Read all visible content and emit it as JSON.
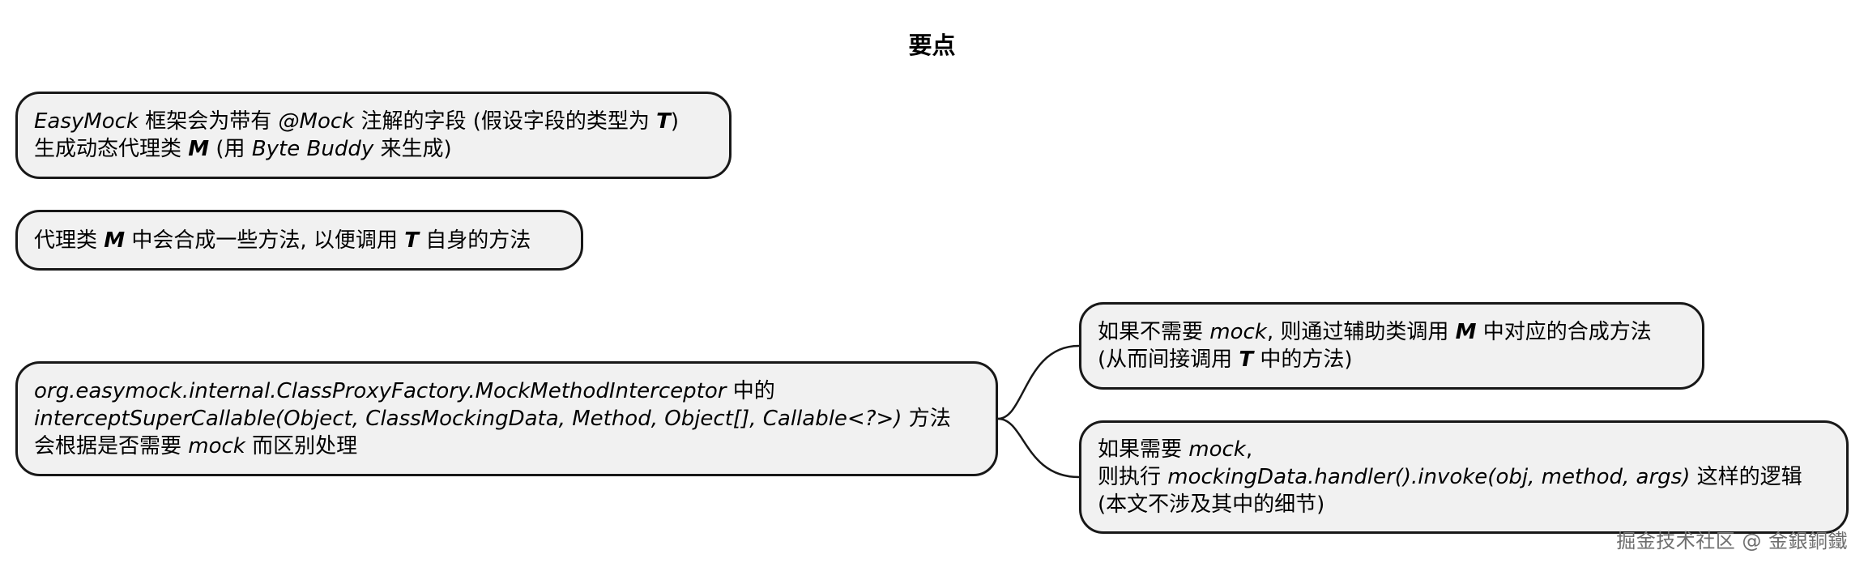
{
  "title": "要点",
  "nodes": {
    "n1": {
      "lines": [
        [
          [
            "i",
            "EasyMock"
          ],
          [
            "n",
            " 框架会为带有 "
          ],
          [
            "i",
            "@Mock"
          ],
          [
            "n",
            " 注解的字段 (假设字段的类型为 "
          ],
          [
            "bi",
            "T"
          ],
          [
            "n",
            ")"
          ]
        ],
        [
          [
            "n",
            "生成动态代理类 "
          ],
          [
            "bi",
            "M"
          ],
          [
            "n",
            " (用 "
          ],
          [
            "i",
            "Byte Buddy"
          ],
          [
            "n",
            " 来生成)"
          ]
        ]
      ]
    },
    "n2": {
      "lines": [
        [
          [
            "n",
            "代理类 "
          ],
          [
            "bi",
            "M"
          ],
          [
            "n",
            " 中会合成一些方法, 以便调用 "
          ],
          [
            "bi",
            "T"
          ],
          [
            "n",
            " 自身的方法"
          ]
        ]
      ]
    },
    "n3": {
      "lines": [
        [
          [
            "i",
            "org.easymock.internal.ClassProxyFactory.MockMethodInterceptor"
          ],
          [
            "n",
            " 中的"
          ]
        ],
        [
          [
            "i",
            "interceptSuperCallable(Object, ClassMockingData, Method, Object[], Callable<?>)"
          ],
          [
            "n",
            " 方法"
          ]
        ],
        [
          [
            "n",
            "会根据是否需要 "
          ],
          [
            "i",
            "mock"
          ],
          [
            "n",
            " 而区别处理"
          ]
        ]
      ]
    },
    "n4": {
      "lines": [
        [
          [
            "n",
            "如果不需要 "
          ],
          [
            "i",
            "mock"
          ],
          [
            "n",
            ", 则通过辅助类调用 "
          ],
          [
            "bi",
            "M"
          ],
          [
            "n",
            " 中对应的合成方法"
          ]
        ],
        [
          [
            "n",
            "(从而间接调用 "
          ],
          [
            "bi",
            "T"
          ],
          [
            "n",
            " 中的方法)"
          ]
        ]
      ]
    },
    "n5": {
      "lines": [
        [
          [
            "n",
            "如果需要 "
          ],
          [
            "i",
            "mock"
          ],
          [
            "n",
            ","
          ]
        ],
        [
          [
            "n",
            "则执行 "
          ],
          [
            "i",
            "mockingData.handler().invoke(obj, method, args)"
          ],
          [
            "n",
            " 这样的逻辑"
          ]
        ],
        [
          [
            "n",
            "(本文不涉及其中的细节)"
          ]
        ]
      ]
    }
  },
  "watermark": "掘金技术社区 @ 金銀銅鐵"
}
